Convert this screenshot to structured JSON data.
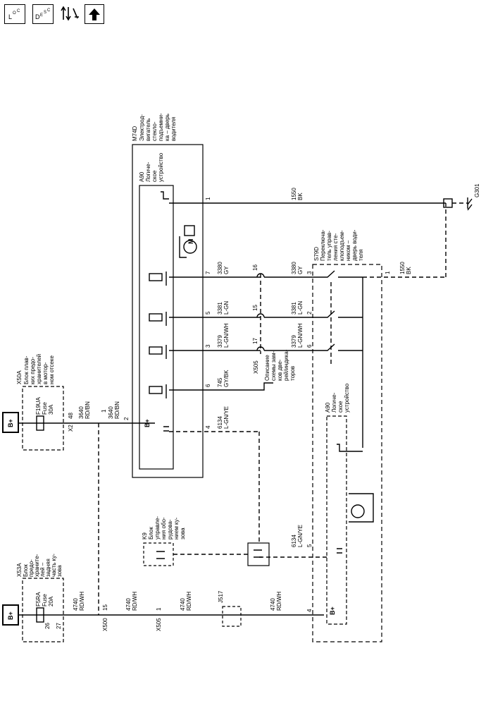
{
  "toolbar": {
    "loc_main": "L",
    "loc_sub1": "O",
    "loc_sub2": "C",
    "desc_main": "D",
    "desc_sub1": "E",
    "desc_sub2": "S",
    "desc_sub3": "C"
  },
  "power": {
    "bplus_top": "B+",
    "bplus_bottom": "B+"
  },
  "x50a": {
    "title": "X50A",
    "desc": [
      "Блок плав-",
      "ких предо-",
      "хранителей",
      "в мотор-",
      "ном отсеке"
    ],
    "fuse_name": "F19UA",
    "fuse_label": "Fuse",
    "fuse_rating": "30A",
    "pin": "48",
    "connector": "X2"
  },
  "x53a": {
    "title": "X53A",
    "desc": [
      "Блок",
      "предо-",
      "храните-",
      "лей –",
      "задняя",
      "часть ку-",
      "зова"
    ],
    "fuse_name": "F5RA",
    "fuse_label": "Fuse",
    "fuse_rating": "20A",
    "pin_a": "26",
    "pin_b": "27"
  },
  "wires": {
    "w3640_num": "3640",
    "w3640_col": "RD/BN",
    "w4740_num": "4740",
    "w4740_col": "RD/WH",
    "w6134_num": "6134",
    "w6134_col": "L-GN/YE",
    "w745_num": "745",
    "w745_col": "GY/BK",
    "w3379_num": "3379",
    "w3379_col": "L-GN/WH",
    "w3381_num": "3381",
    "w3381_col": "L-GN",
    "w3380_num": "3380",
    "w3380_col": "GY",
    "w1550_num": "1550",
    "w1550_col": "BK"
  },
  "connectors": {
    "x500": "X500",
    "x500_pin": "15",
    "x500_pin1": "1",
    "x505": "X505",
    "x505_pin": "1",
    "x505_p16": "16",
    "x505_p15": "15",
    "x505_p17": "17",
    "j517": "J517",
    "g301": "G301"
  },
  "m74d": {
    "title": "M74D",
    "desc": [
      "Электрод-",
      "вигатель",
      "стекло-",
      "подъемни-",
      "ка – дверь",
      "водителя"
    ],
    "pins": [
      "1",
      "7",
      "5",
      "3",
      "6",
      "4",
      "2"
    ],
    "bplus": "B+",
    "motor": "M"
  },
  "a90_top": {
    "title": "A90",
    "desc": [
      "Логиче-",
      "ское",
      "устройство"
    ]
  },
  "a90_bottom": {
    "title": "A90",
    "desc": [
      "Логиче-",
      "ское",
      "устройство"
    ],
    "bplus": "B+"
  },
  "s79d": {
    "title": "S79D",
    "desc": [
      "Переключа-",
      "тель управ-",
      "ления сте-",
      "клоподъем-",
      "ником –",
      "дверь води-",
      "теля"
    ],
    "pins": [
      "3",
      "2",
      "6",
      "1",
      "5",
      "4"
    ]
  },
  "k9": {
    "title": "K9",
    "desc": [
      "Блок",
      "управле-",
      "ния обо-",
      "рудова-",
      "нием ку-",
      "зова"
    ]
  },
  "lock_desc": [
    "Описание",
    "схемы зам-",
    "ков две-",
    "рей/индика-",
    "торов"
  ]
}
